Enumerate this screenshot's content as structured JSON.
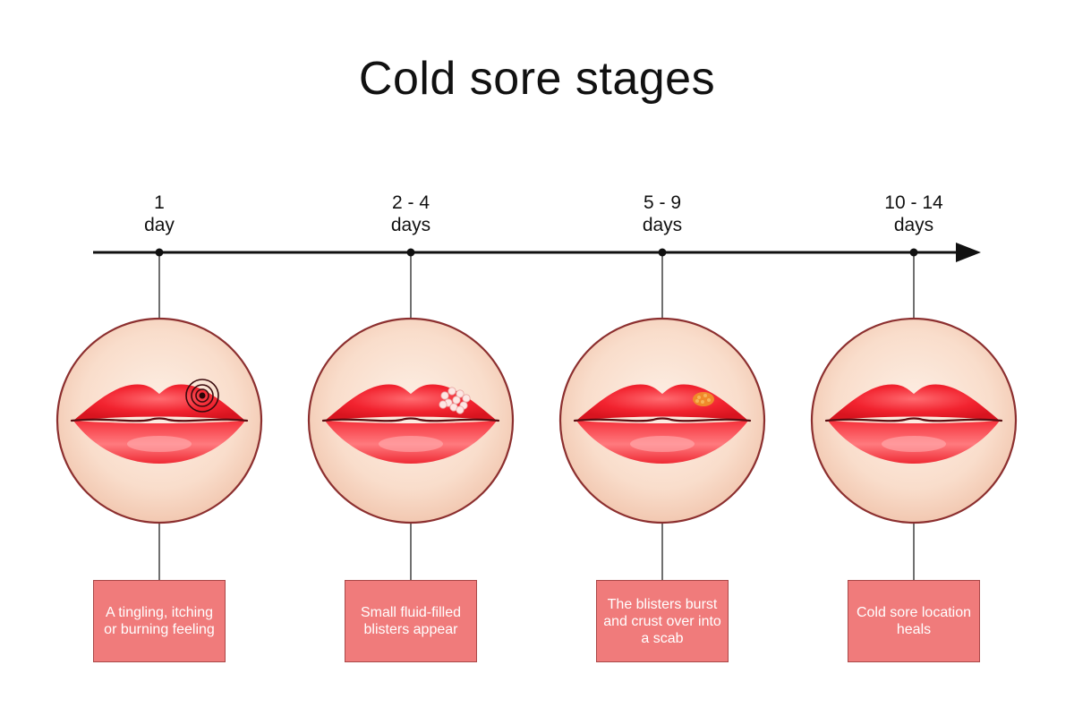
{
  "title": "Cold sore stages",
  "colors": {
    "axis": "#111111",
    "circle_border": "#8c2f2f",
    "skin": "#fbe3d4",
    "lip": "#f0222e",
    "box_fill": "#f07b7b",
    "box_border": "#a94848",
    "box_text": "#ffffff"
  },
  "stages": [
    {
      "number": "1",
      "unit": "day",
      "caption": "A tingling, itching or burning feeling",
      "symptom": "tingle-rings"
    },
    {
      "number": "2 - 4",
      "unit": "days",
      "caption": "Small fluid-filled blisters appear",
      "symptom": "blisters"
    },
    {
      "number": "5 - 9",
      "unit": "days",
      "caption": "The blisters burst and crust over into a scab",
      "symptom": "scab"
    },
    {
      "number": "10 - 14",
      "unit": "days",
      "caption": "Cold sore location heals",
      "symptom": "none"
    }
  ]
}
